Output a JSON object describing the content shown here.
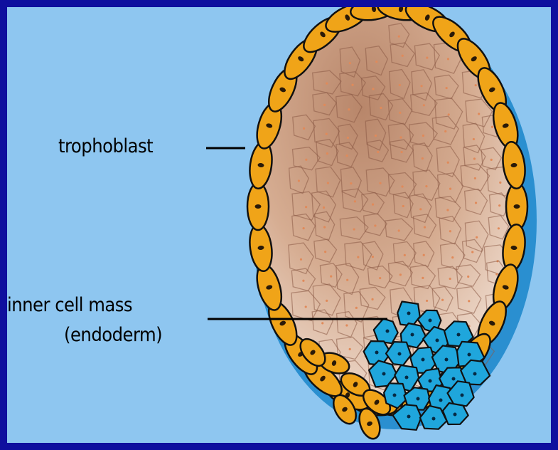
{
  "diagram": {
    "labels": {
      "trophoblast": "trophoblast",
      "inner_cell_mass": "inner cell mass",
      "endoderm": "(endoderm)"
    },
    "colors": {
      "page_border": "#0f0f9e",
      "background": "#8ec6f0",
      "trophoblast_cell": "#f0a418",
      "inner_mass_cell": "#1fa6dc",
      "blastocoel": "#d2a68a",
      "outline": "#111111"
    }
  }
}
